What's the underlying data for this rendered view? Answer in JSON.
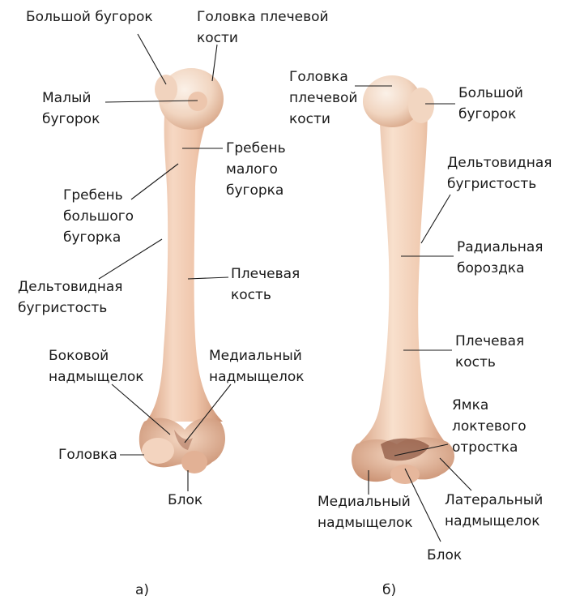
{
  "diagram": {
    "view_a": {
      "caption": "а)",
      "labels": {
        "greater_tubercle": "Большой бугорок",
        "head": "Головка плечевой\nкости",
        "lesser_tubercle": "Малый\nбугорок",
        "crest_lesser": "Гребень\nмалого\nбугорка",
        "crest_greater": "Гребень\nбольшого\nбугорка",
        "deltoid": "Дельтовидная\nбугристость",
        "humerus": "Плечевая\nкость",
        "lateral_epicondyle": "Боковой\nнадмыщелок",
        "medial_epicondyle": "Медиальный\nнадмыщелок",
        "capitulum": "Головка",
        "trochlea": "Блок"
      }
    },
    "view_b": {
      "caption": "б)",
      "labels": {
        "head": "Головка\nплечевой\nкости",
        "greater_tubercle": "Большой\nбугорок",
        "deltoid": "Дельтовидная\nбугристость",
        "radial_groove": "Радиальная\nбороздка",
        "humerus": "Плечевая\nкость",
        "olecranon_fossa": "Ямка\nлоктевого\nотростка",
        "medial_epicondyle": "Медиальный\nнадмыщелок",
        "lateral_epicondyle": "Латеральный\nнадмыщелок",
        "trochlea": "Блок"
      }
    },
    "colors": {
      "bone_light": "#f7ddc9",
      "bone_mid": "#e8b99a",
      "bone_dark": "#c98f70",
      "leader_line": "#1a1a1a"
    }
  }
}
